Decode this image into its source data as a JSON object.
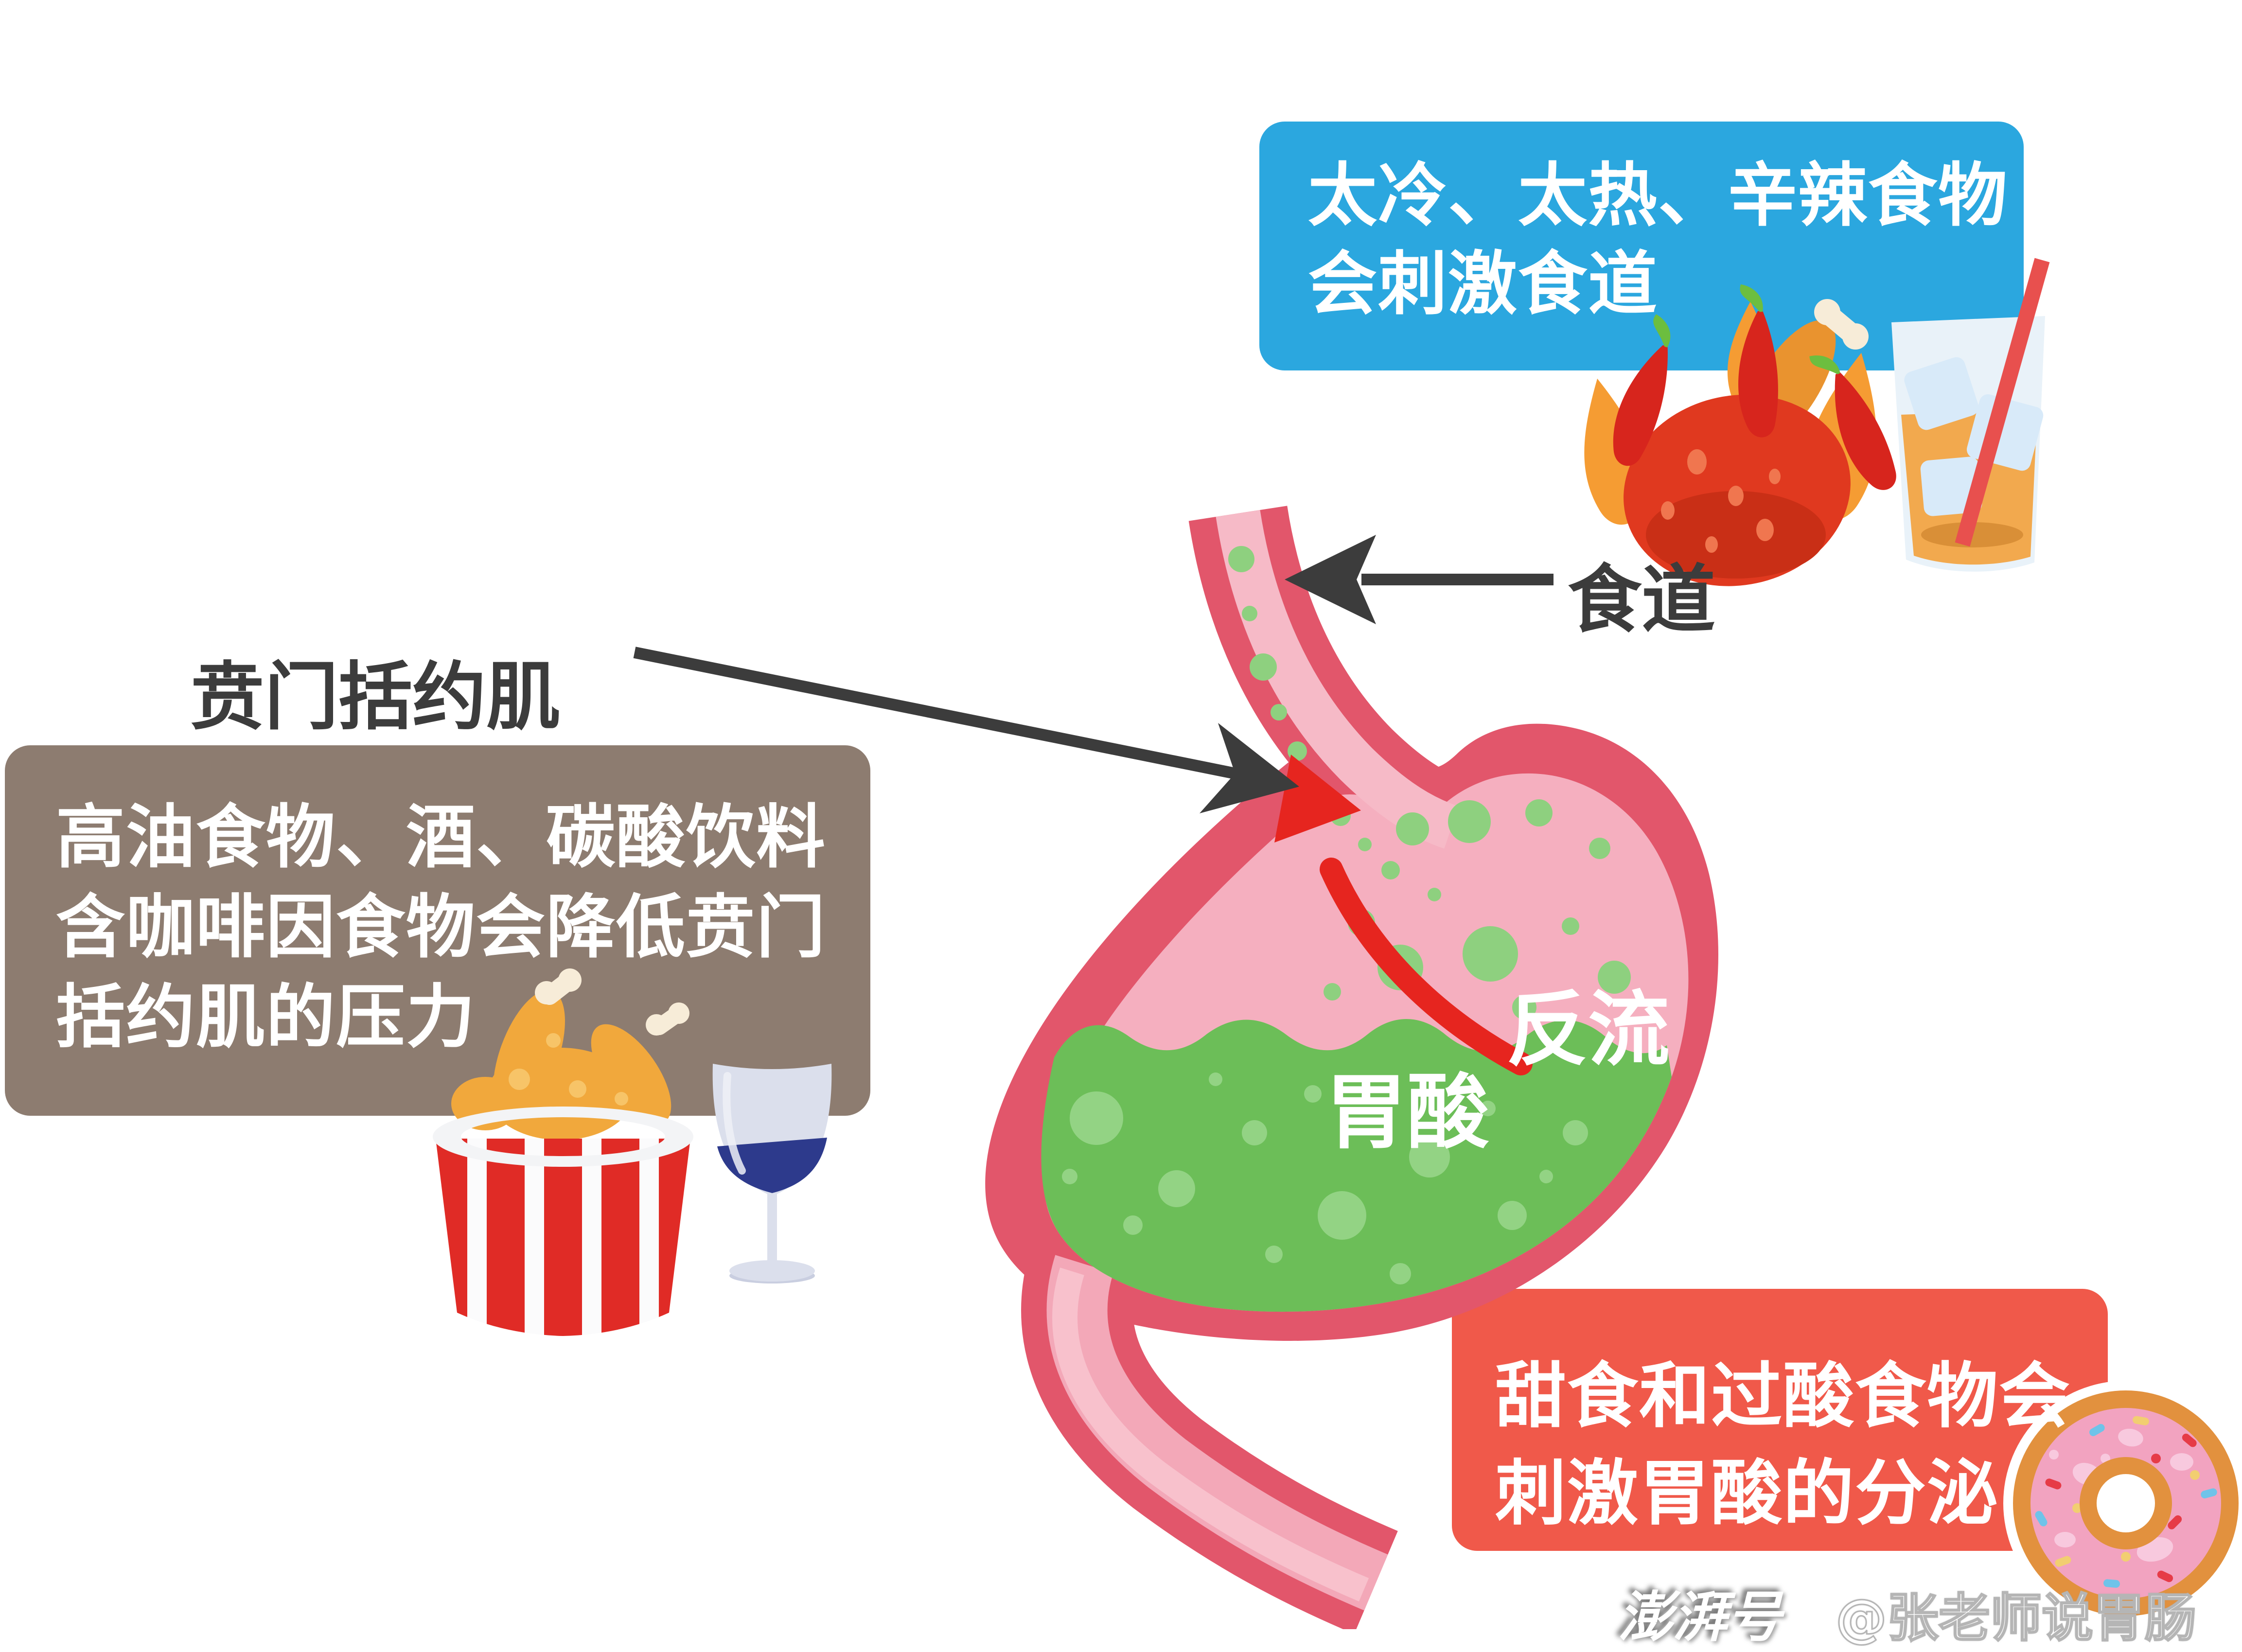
{
  "callouts": {
    "cold_hot_spicy": {
      "color": "#2BA7DF",
      "text_color": "#FFFFFF",
      "lines": [
        "太冷、太热、辛辣食物",
        "会刺激食道"
      ]
    },
    "fatty_alcohol_caffeine": {
      "color": "#8D7C70",
      "text_color": "#FFFFFF",
      "lines": [
        "高油食物、酒、碳酸饮料",
        "含咖啡因食物会降低贲门",
        "括约肌的压力"
      ]
    },
    "sweet_sour": {
      "color": "#F0594A",
      "text_color": "#FFFFFF",
      "lines": [
        "甜食和过酸食物会",
        "刺激胃酸的分泌"
      ]
    }
  },
  "anatomy_labels": {
    "esophagus": "食道",
    "cardiac_sphincter": "贲门括约肌",
    "stomach_acid": "胃酸",
    "reflux": "反流"
  },
  "watermark": {
    "brand": "澎湃号",
    "account": "@张老师说胃肠"
  },
  "icons": {
    "spicy_food": "spicy-food-icon",
    "iced_drink": "iced-drink-icon",
    "fried_chicken_bucket": "fried-chicken-bucket-icon",
    "wine_glass": "wine-glass-icon",
    "donut": "donut-icon"
  },
  "colors": {
    "stomach_wall": "#E2566B",
    "stomach_lumen": "#F5AFBF",
    "acid_green": "#6CBE58",
    "acid_bubble_green": "#9AD78C",
    "reflux_arrow_red": "#E6251F",
    "annotation_dark": "#3C3C3C"
  }
}
